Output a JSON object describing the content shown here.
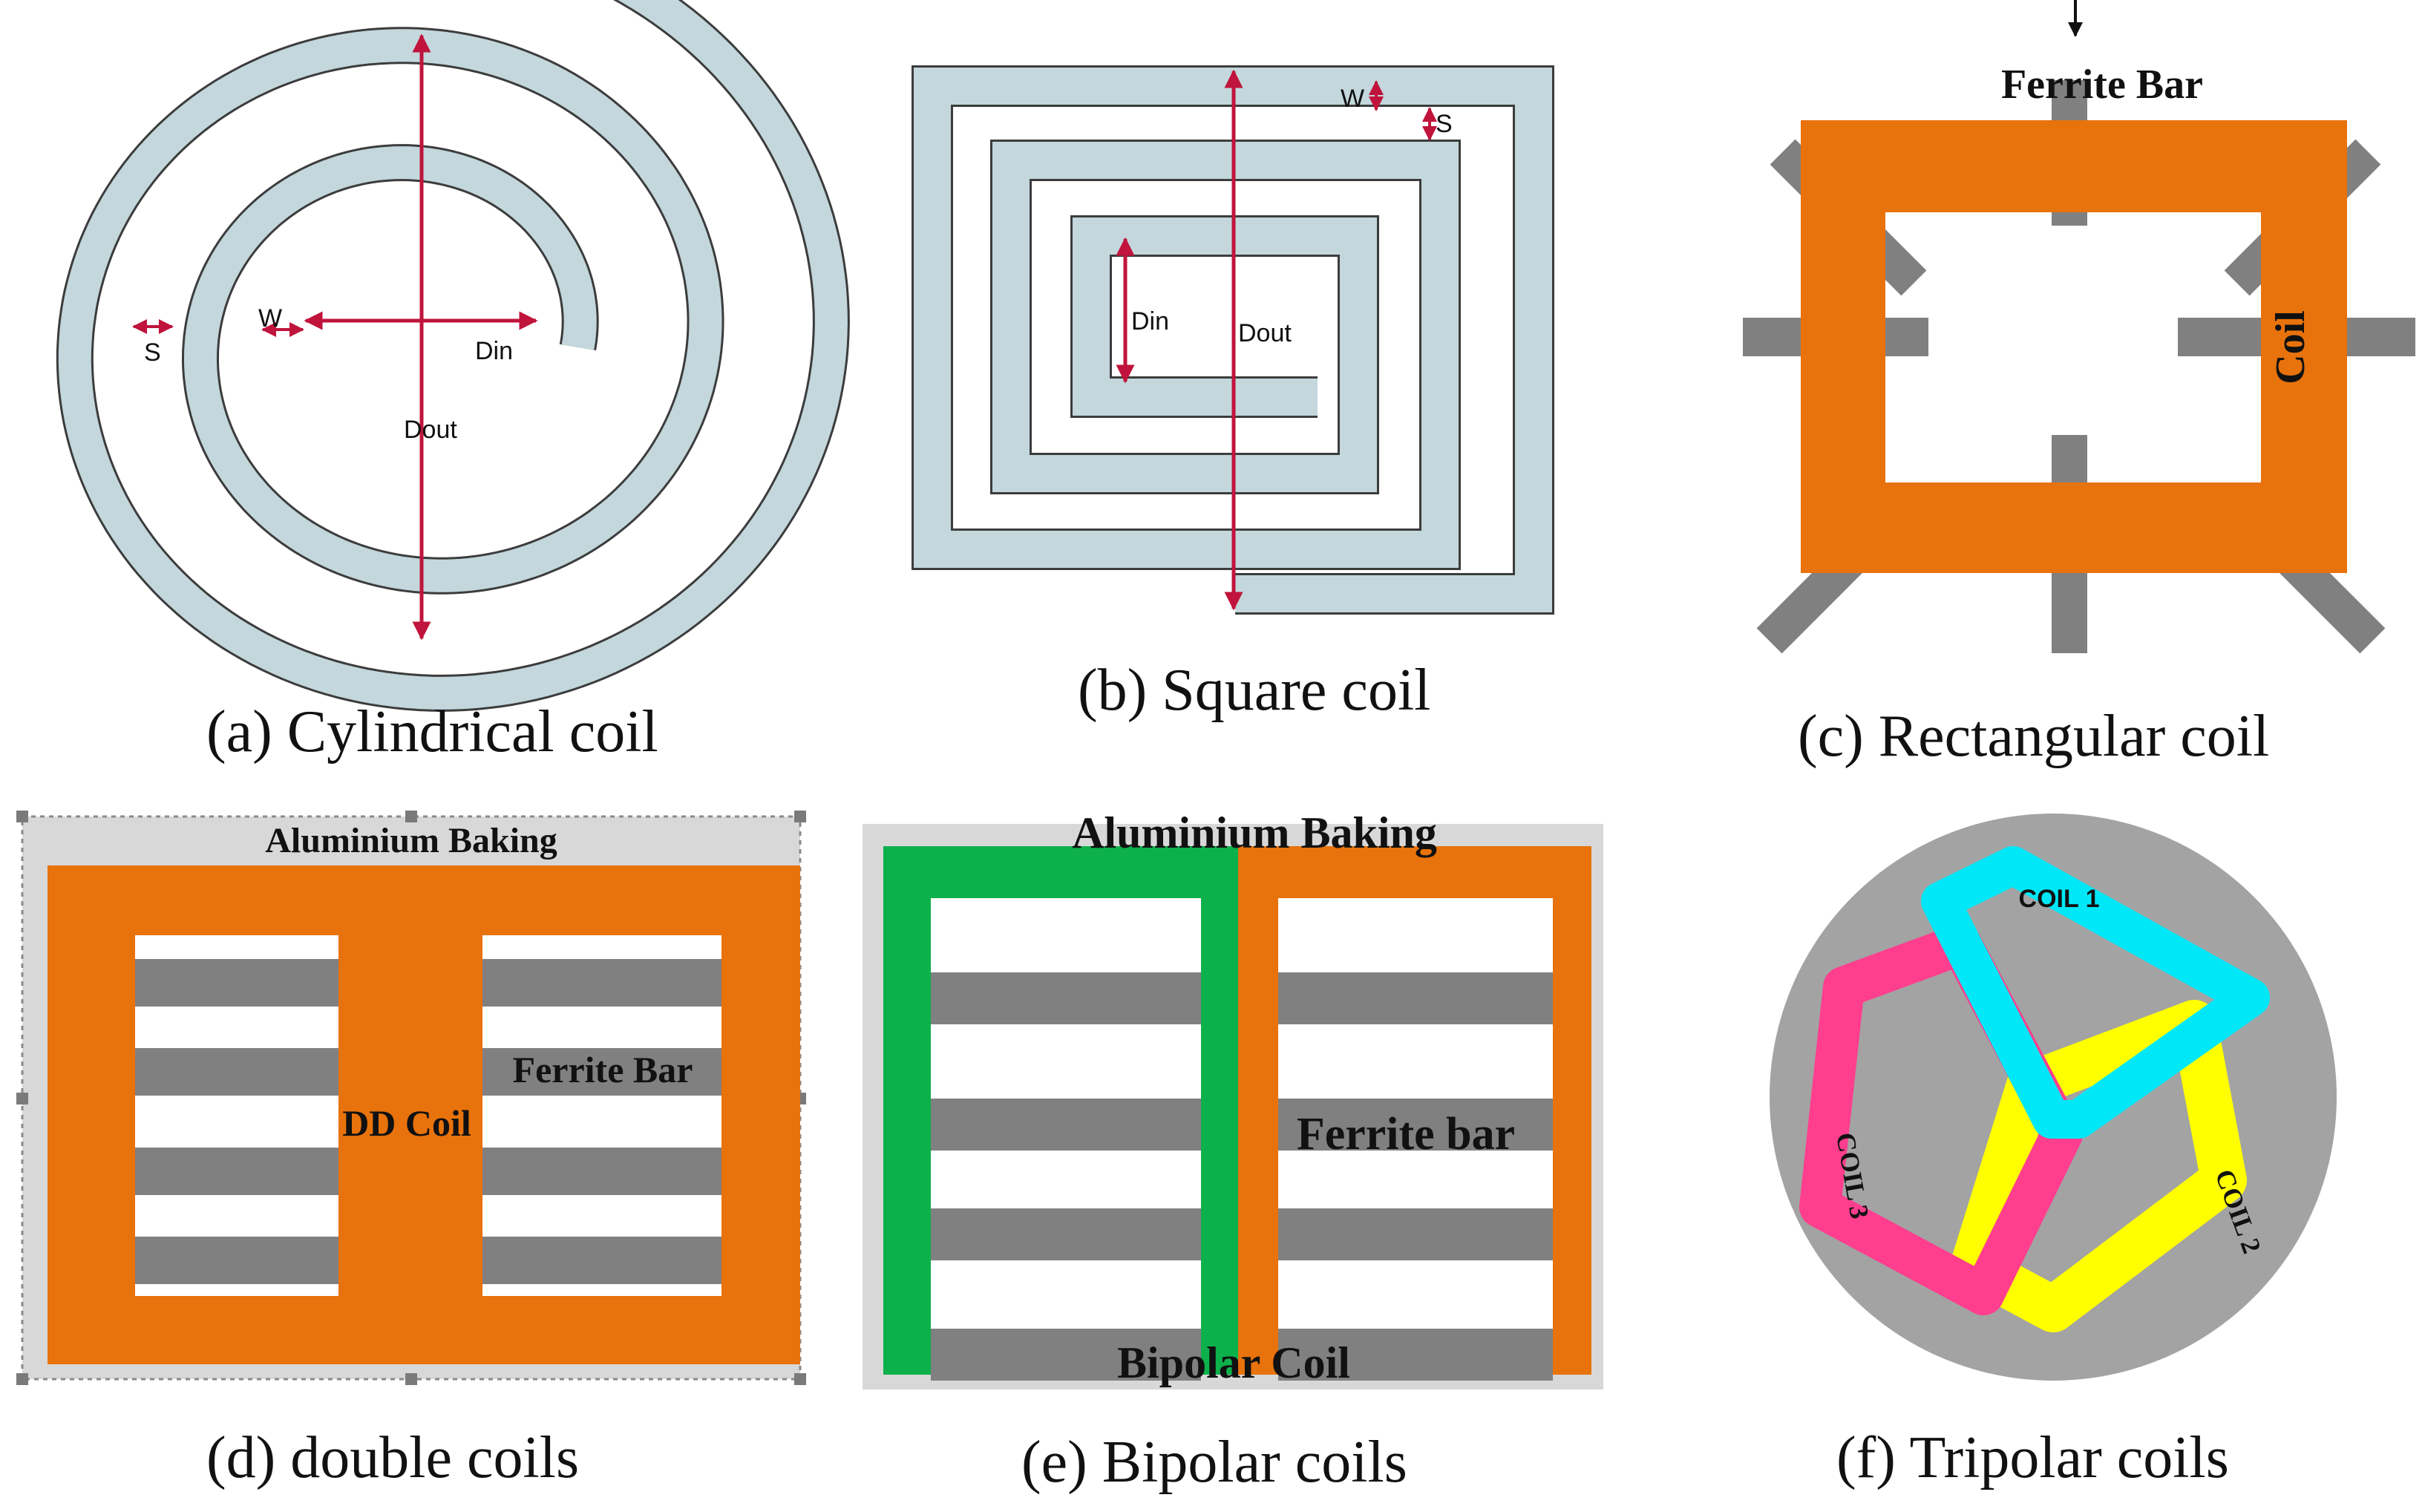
{
  "colors": {
    "coil_light": "#c3d7dc",
    "coil_outline": "#3c3c3c",
    "dimension": "#c0143c",
    "orange": "#e8720c",
    "ferrite": "#808080",
    "baking": "#d8d8d8",
    "green": "#0db14b",
    "tripolar_disc": "#a3a3a3",
    "cyan": "#00e8f8",
    "yellow": "#ffff00",
    "magenta": "#ff3e8e"
  },
  "panels": {
    "a": {
      "caption": "(a) Cylindrical coil",
      "labels": {
        "s": "S",
        "w": "W",
        "din": "Din",
        "dout": "Dout"
      }
    },
    "b": {
      "caption": "(b) Square coil",
      "labels": {
        "w": "W",
        "s": "S",
        "din": "Din",
        "dout": "Dout"
      }
    },
    "c": {
      "caption": "(c) Rectangular coil",
      "labels": {
        "ferrite": "Ferrite Bar",
        "coil": "Coil"
      }
    },
    "d": {
      "caption": "(d) double coils",
      "labels": {
        "baking": "Aluminium Baking",
        "coil": "DD Coil",
        "ferrite": "Ferrite Bar"
      }
    },
    "e": {
      "caption": "(e) Bipolar coils",
      "labels": {
        "baking": "Aluminium Baking",
        "coil": "Bipolar Coil",
        "ferrite": "Ferrite bar"
      }
    },
    "f": {
      "caption": "(f) Tripolar coils",
      "labels": {
        "coil1": "COIL 1",
        "coil2": "COIL 2",
        "coil3": "COIL 3"
      }
    }
  }
}
